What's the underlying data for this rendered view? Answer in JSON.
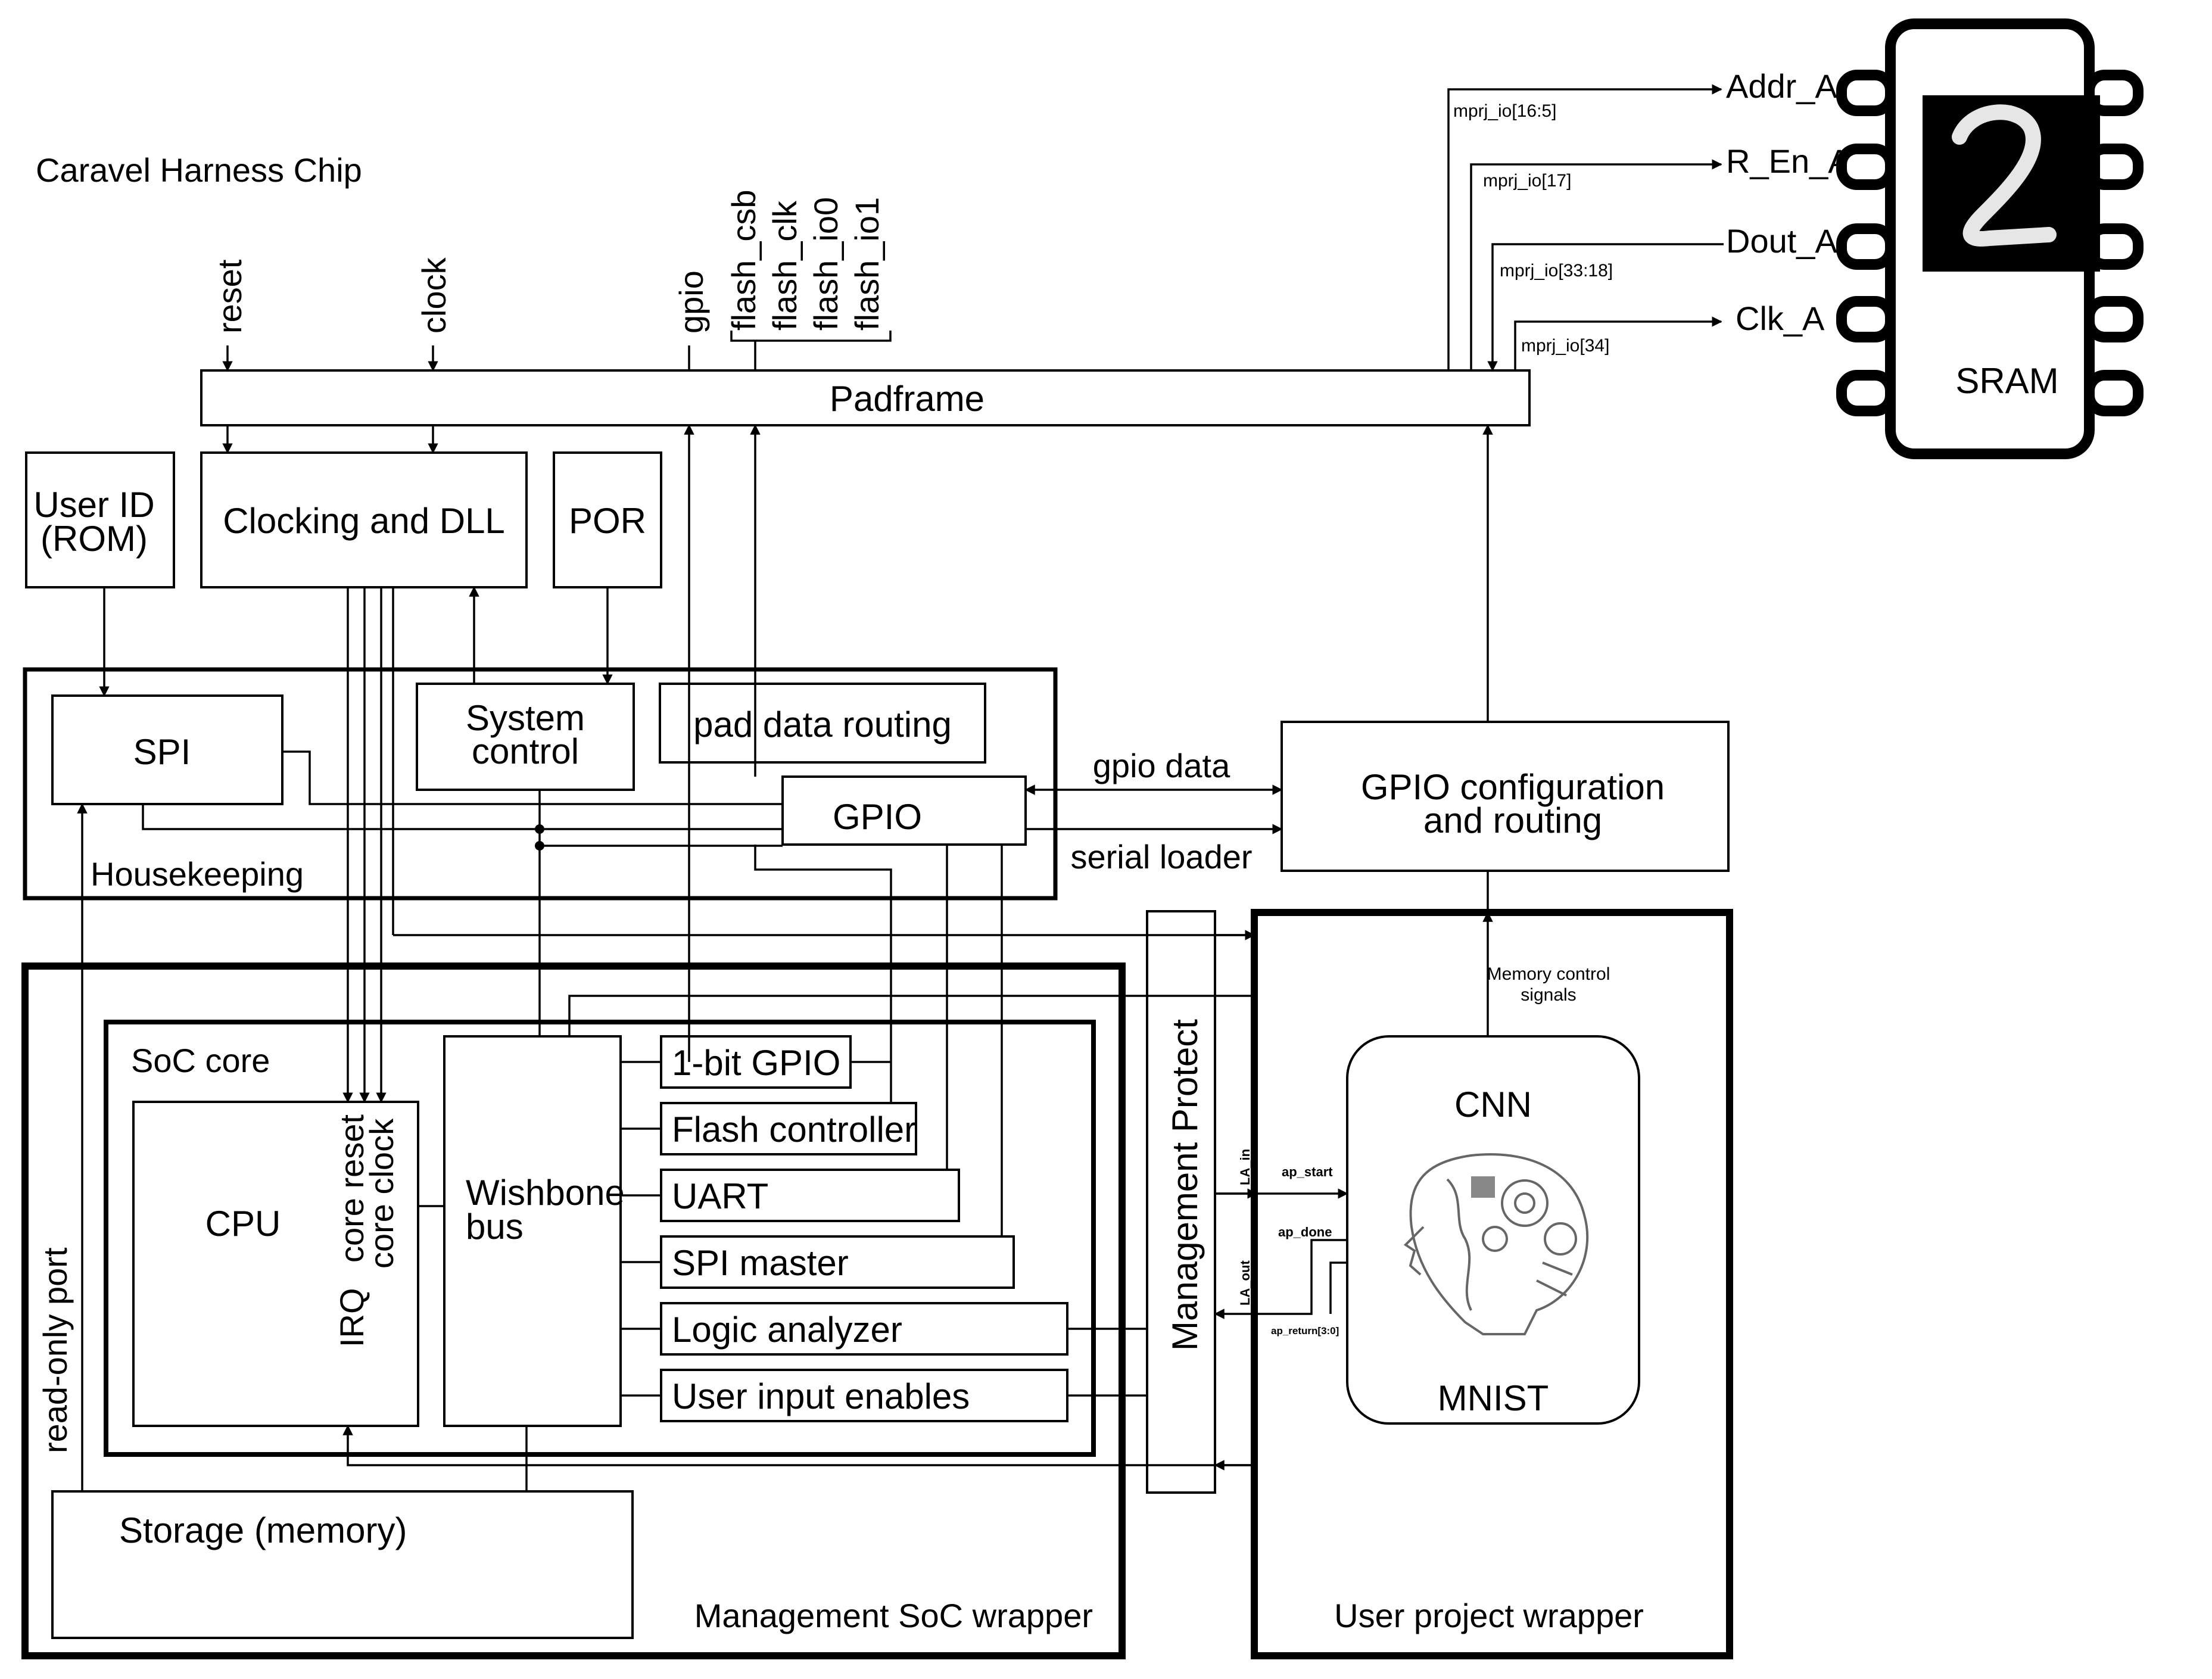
{
  "title": "Caravel Harness Chip",
  "pad_signals": {
    "reset": "reset",
    "clock": "clock",
    "gpio": "gpio",
    "flash_csb": "flash_csb",
    "flash_clk": "flash_clk",
    "flash_io0": "flash_io0",
    "flash_io1": "flash_io1"
  },
  "padframe": "Padframe",
  "blocks": {
    "user_id_line1": "User ID",
    "user_id_line2": "(ROM)",
    "clocking": "Clocking and DLL",
    "por": "POR",
    "spi": "SPI",
    "system_control_line1": "System",
    "system_control_line2": "control",
    "pad_data_routing": "pad data routing",
    "gpio": "GPIO",
    "housekeeping": "Housekeeping",
    "gpio_config_line1": "GPIO configuration",
    "gpio_config_line2": "and routing",
    "gpio_data": "gpio data",
    "serial_loader": "serial loader",
    "soc_core": "SoC core",
    "cpu": "CPU",
    "irq": "IRQ",
    "core_reset": "core reset",
    "core_clock": "core clock",
    "wishbone_line1": "Wishbone",
    "wishbone_line2": "bus",
    "peripherals": [
      "1-bit GPIO",
      "Flash controller",
      "UART",
      "SPI master",
      "Logic analyzer",
      "User input enables"
    ],
    "read_only_port": "read-only port",
    "storage": "Storage (memory)",
    "mgmt_soc_wrapper": "Management SoC wrapper",
    "mgmt_protect": "Management Protect",
    "user_project_wrapper": "User project wrapper",
    "memory_control_line1": "Memory control",
    "memory_control_line2": "signals",
    "cnn": "CNN",
    "mnist": "MNIST",
    "la_in": "LA_in",
    "la_out": "LA_out",
    "ap_start": "ap_start",
    "ap_done": "ap_done",
    "ap_return": "ap_return[3:0]"
  },
  "sram": {
    "label": "SRAM",
    "digit": "2",
    "signals": [
      {
        "name": "Addr_A",
        "bus": "mprj_io[16:5]"
      },
      {
        "name": "R_En_A",
        "bus": "mprj_io[17]"
      },
      {
        "name": "Dout_A",
        "bus": "mprj_io[33:18]"
      },
      {
        "name": "Clk_A",
        "bus": "mprj_io[34]"
      }
    ]
  }
}
